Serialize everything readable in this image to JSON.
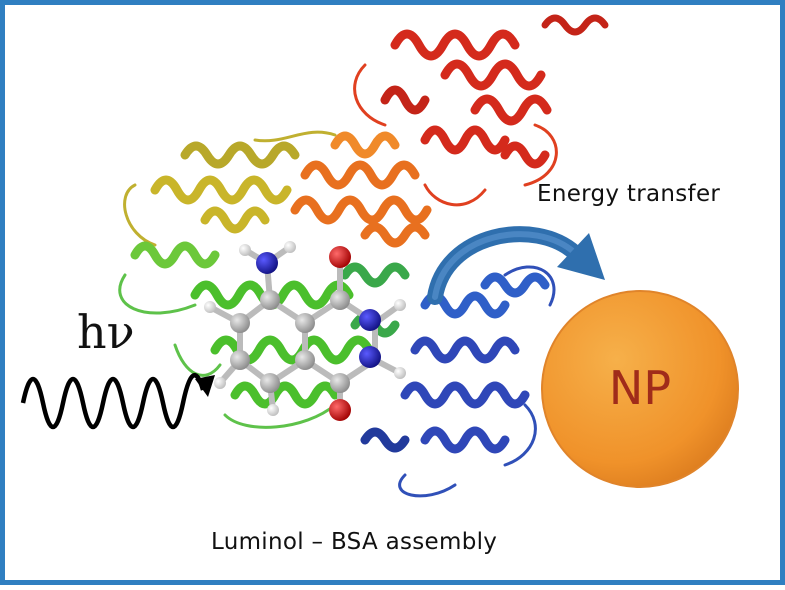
{
  "labels": {
    "energy_transfer": "Energy transfer",
    "assembly": "Luminol – BSA assembly",
    "photon": "hν",
    "nanoparticle": "NP"
  },
  "colors": {
    "frame": "#2f7fc1",
    "red_helix": "#d42a1c",
    "orange_helix": "#e8701f",
    "yellow_helix": "#c9b52a",
    "green_helix": "#4bbf2c",
    "blue_helix": "#2f47b8",
    "arrow": "#2f6fae",
    "np_fill": "#f29a2e",
    "np_text": "#a02c1a",
    "nitrogen": "#1a1aa8",
    "oxygen": "#d01010",
    "carbon": "#9a9a9a"
  },
  "icons": [
    "protein-ribbon-illustration",
    "luminol-molecule-icon",
    "photon-wave-icon",
    "energy-transfer-arrow-icon",
    "nanoparticle-sphere-icon"
  ]
}
